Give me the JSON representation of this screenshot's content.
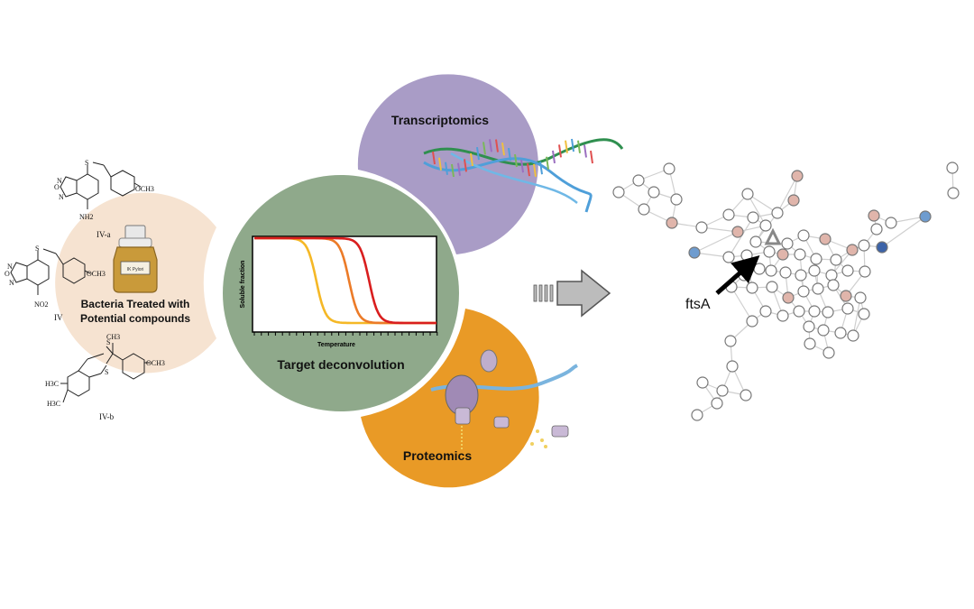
{
  "chemistry": {
    "compound_a": {
      "substituent": "OCH3",
      "amine": "NH2",
      "label": "IV-a"
    },
    "compound_iv": {
      "substituent": "OCH3",
      "nitro": "NO2",
      "label": "IV"
    },
    "compound_b": {
      "substituent": "OCH3",
      "methyl_top": "CH3",
      "methyl_1": "H3C",
      "methyl_2": "H3C",
      "label": "IV-b"
    },
    "ring_atoms": {
      "s": "S",
      "n": "N",
      "o": "O"
    }
  },
  "bacteria": {
    "caption_line1": "Bacteria Treated with",
    "caption_line2": "Potential compounds",
    "bottle_label": "IK Pylori"
  },
  "center": {
    "title": "Target deconvolution",
    "colors": {
      "circle": "#8fa98b",
      "transcriptomics": "#a99cc6",
      "proteomics": "#e99a26",
      "bacteria_bg": "#f6e3d1"
    }
  },
  "melt_chart": {
    "ylabel": "Soluble fraction",
    "xlabel": "Temperature",
    "curve_colors": [
      "#f5b826",
      "#ec7b28",
      "#d91e1e"
    ],
    "midpoints": [
      0.34,
      0.52,
      0.63
    ],
    "half_level": 0.5
  },
  "omics": {
    "transcriptomics_label": "Transcriptomics",
    "proteomics_label": "Proteomics"
  },
  "network": {
    "target_label": "ftsA",
    "node_colors": {
      "default": "#ffffff",
      "pink": "#e0b5ab",
      "blue_light": "#6e9ccf",
      "blue_dark": "#3c63a8",
      "triangle": "#888888"
    }
  }
}
